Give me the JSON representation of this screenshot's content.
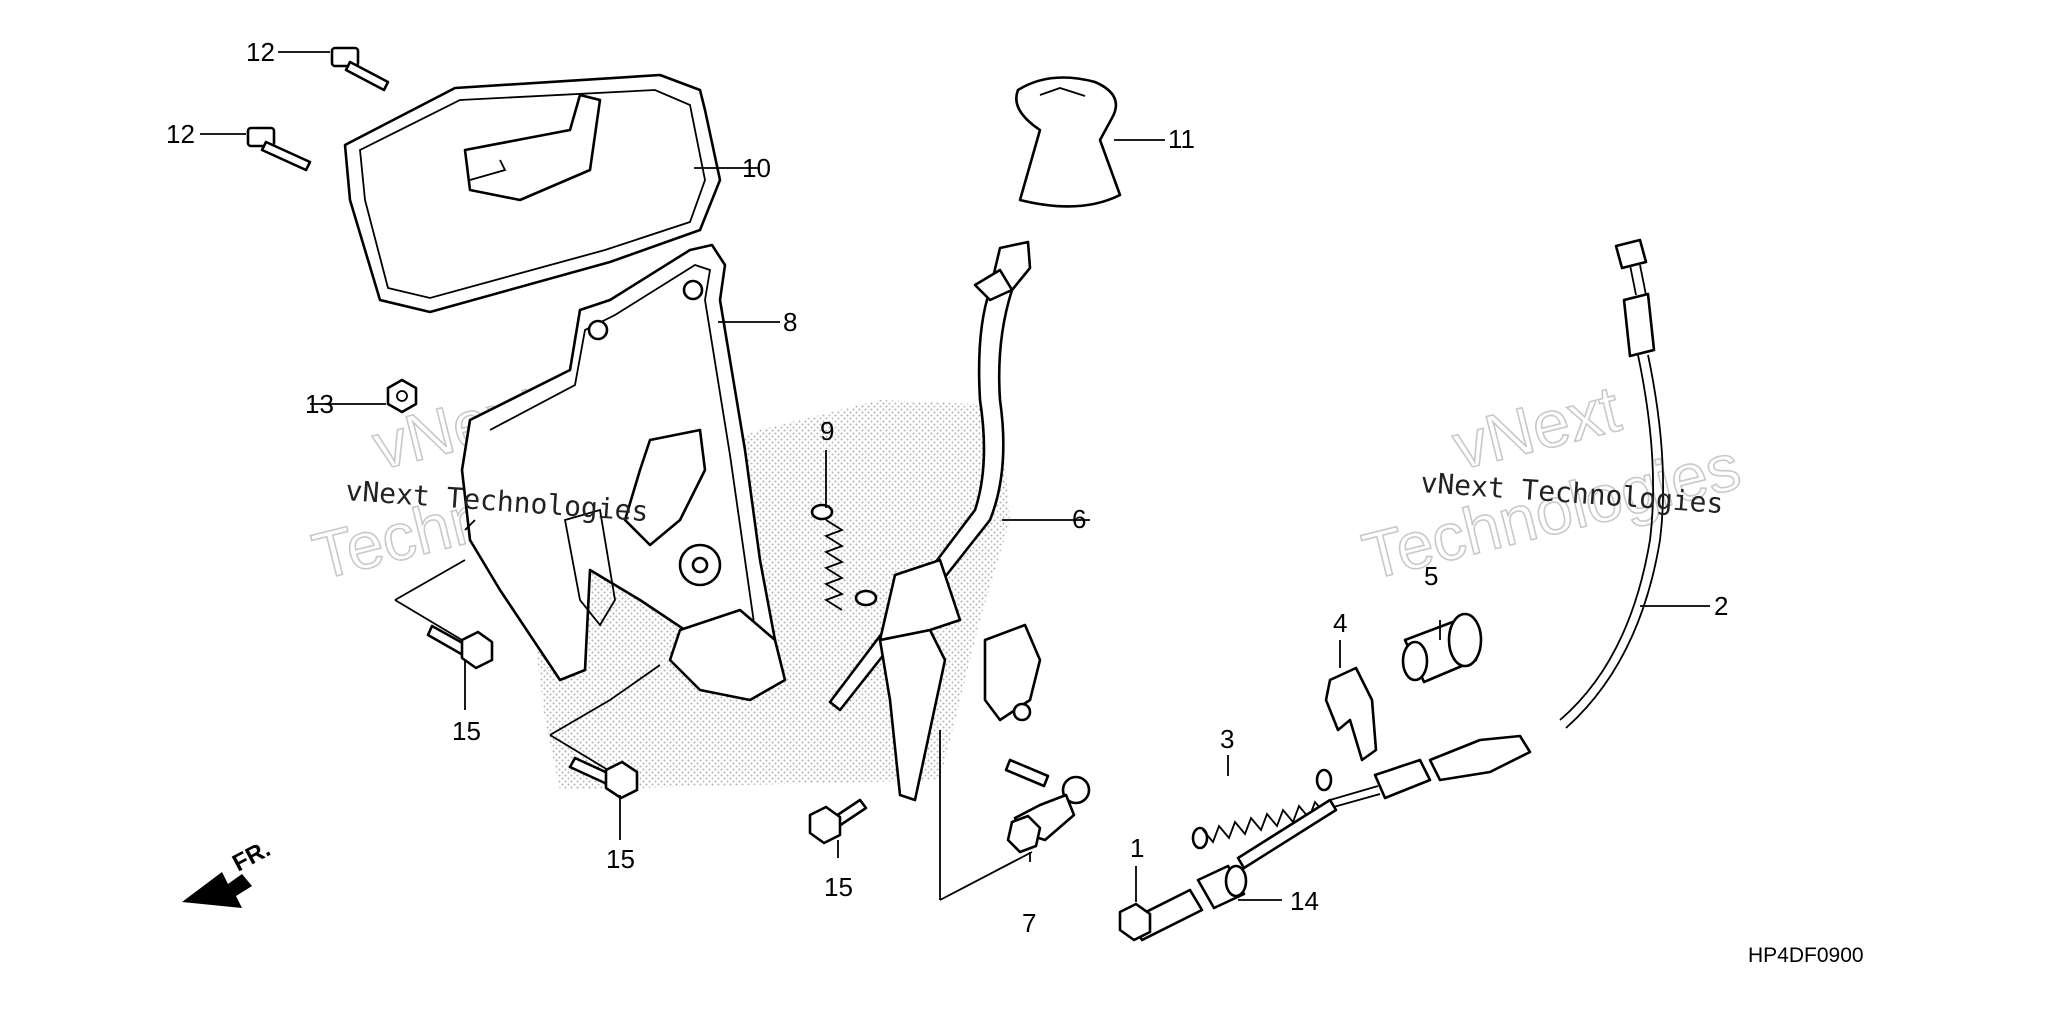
{
  "diagram_code": "HP4DF0900",
  "front_label": "FR.",
  "watermark_text": "vNext Technologies",
  "watermark_big_1": "vNext",
  "watermark_big_2": "Technologies",
  "callouts": {
    "p1": "1",
    "p2": "2",
    "p3": "3",
    "p4": "4",
    "p5": "5",
    "p6": "6",
    "p7": "7",
    "p8": "8",
    "p9": "9",
    "p10": "10",
    "p11": "11",
    "p12a": "12",
    "p12b": "12",
    "p13": "13",
    "p14": "14",
    "p15a": "15",
    "p15b": "15",
    "p15c": "15"
  },
  "colors": {
    "ink": "#000000",
    "paper": "#ffffff",
    "dots": "#9a9a9a",
    "watermark": "#c9c9c9"
  }
}
